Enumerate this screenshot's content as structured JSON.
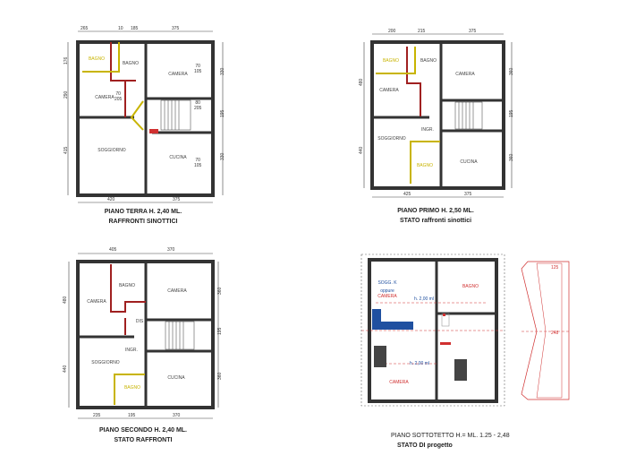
{
  "plans": [
    {
      "title": "PIANO TERRA  H. 2,40 ML.",
      "subtitle": "RAFFRONTI SINOTTICI",
      "dims_top": [
        "265",
        "10",
        "185",
        "375"
      ],
      "dims_left": [
        "176",
        "290",
        "415"
      ],
      "dims_right": [
        "330",
        "195",
        "330"
      ],
      "dims_bottom": [
        "420",
        "375"
      ],
      "rooms": [
        "BAGNO",
        "BAGNO",
        "CAMERA",
        "CAMERA",
        "SOGGIORNO",
        "CUCINA"
      ],
      "openings": [
        "70\n205",
        "70\n105",
        "80\n205",
        "70\n105"
      ]
    },
    {
      "title": "PIANO PRIMO  H. 2,50 ML.",
      "subtitle": "STATO raffronti sinottici",
      "dims_top": [
        "200",
        "215",
        "375"
      ],
      "dims_left": [
        "480",
        "440"
      ],
      "dims_right": [
        "360",
        "195",
        "360"
      ],
      "dims_bottom": [
        "425",
        "375"
      ],
      "rooms": [
        "BAGNO",
        "BAGNO",
        "CAMERA",
        "CAMERA",
        "SOGGIORNO",
        "INGR.",
        "BAGNO",
        "CUCINA"
      ]
    },
    {
      "title": "PIANO SECONDO  H. 2,40 ML.",
      "subtitle": "STATO RAFFRONTI",
      "dims_top": [
        "405",
        "370"
      ],
      "dims_left": [
        "480",
        "440"
      ],
      "dims_right": [
        "360",
        "195",
        "360"
      ],
      "dims_bottom": [
        "235",
        "195",
        "370"
      ],
      "rooms": [
        "BAGNO",
        "CAMERA",
        "CAMERA",
        "DIS",
        "INGR.",
        "SOGGIORNO",
        "BAGNO",
        "CUCINA"
      ]
    },
    {
      "title": "PIANO SOTTOTETTO  H.= ML. 1.25 - 2,48",
      "subtitle": "STATO DI progetto",
      "rooms": [
        "SOGG. K",
        "oppure",
        "CAMERA",
        "BAGNO",
        "CAMERA"
      ],
      "heights": [
        "h. 2,00 ml",
        "h. 2,00 ml"
      ],
      "section_labels": [
        "125",
        "248"
      ]
    }
  ],
  "colors": {
    "walls": "#333333",
    "demolition": "#c8b400",
    "new_construction": "#a02020",
    "project": "#d03030",
    "kitchen_block": "#2050a0"
  }
}
